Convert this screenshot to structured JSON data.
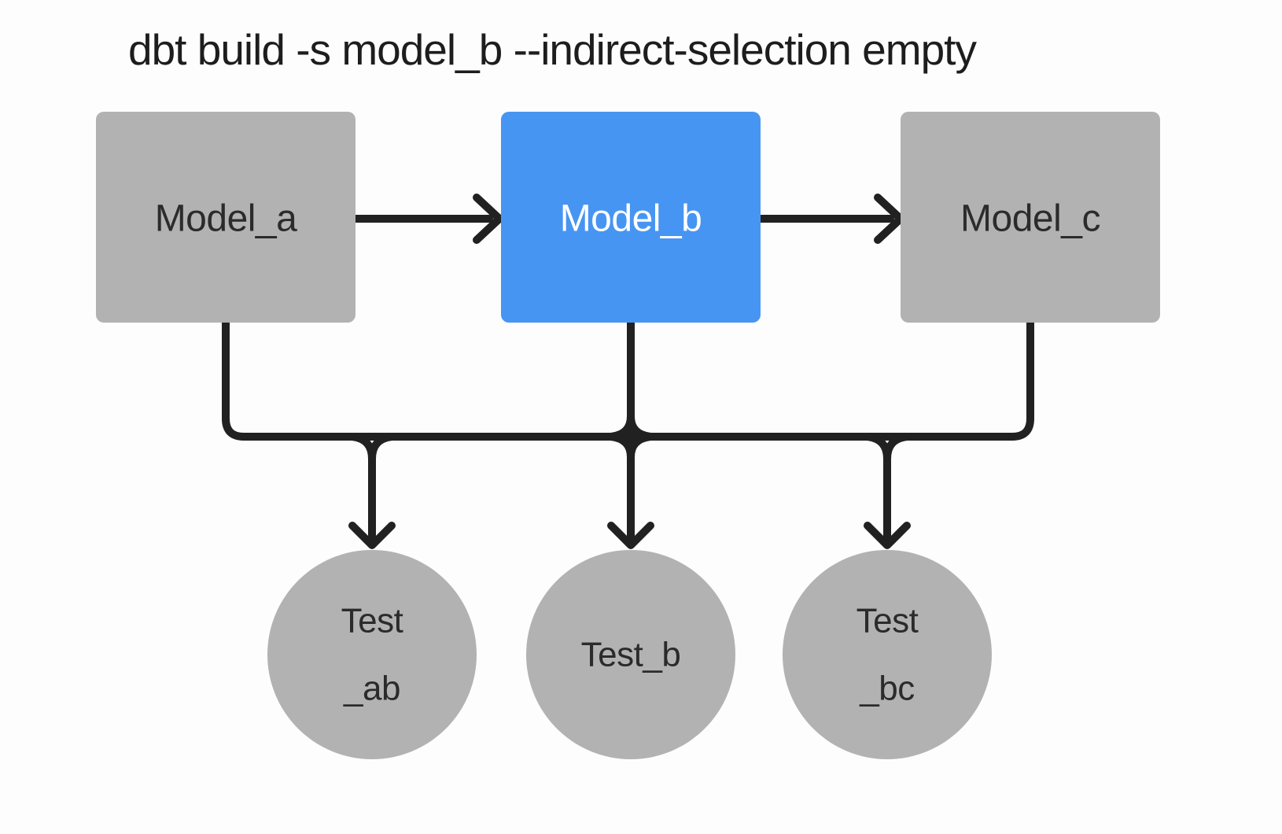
{
  "title": "dbt build -s model_b --indirect-selection empty",
  "colors": {
    "background": "#fdfdfd",
    "selected_fill": "#4795f2",
    "node_fill": "#b2b2b2",
    "edge": "#212121",
    "node_text": "#2b2b2b",
    "selected_text": "#ffffff",
    "title_text": "#1d1d1d"
  },
  "nodes": {
    "models": [
      {
        "label": "Model_a",
        "type": "model",
        "state": "unselected"
      },
      {
        "label": "Model_b",
        "type": "model",
        "state": "selected"
      },
      {
        "label": "Model_c",
        "type": "model",
        "state": "unselected"
      }
    ],
    "tests": [
      {
        "label_line1": "Test",
        "label_line2": "_ab"
      },
      {
        "label_line1": "Test_b",
        "label_line2": ""
      },
      {
        "label_line1": "Test",
        "label_line2": "_bc"
      }
    ]
  },
  "edges": [
    {
      "from": "Model_a",
      "to": "Model_b"
    },
    {
      "from": "Model_b",
      "to": "Model_c"
    },
    {
      "from": "Model_a",
      "to": "Test_ab"
    },
    {
      "from": "Model_b",
      "to": "Test_ab"
    },
    {
      "from": "Model_b",
      "to": "Test_b"
    },
    {
      "from": "Model_b",
      "to": "Test_bc"
    },
    {
      "from": "Model_c",
      "to": "Test_bc"
    }
  ]
}
